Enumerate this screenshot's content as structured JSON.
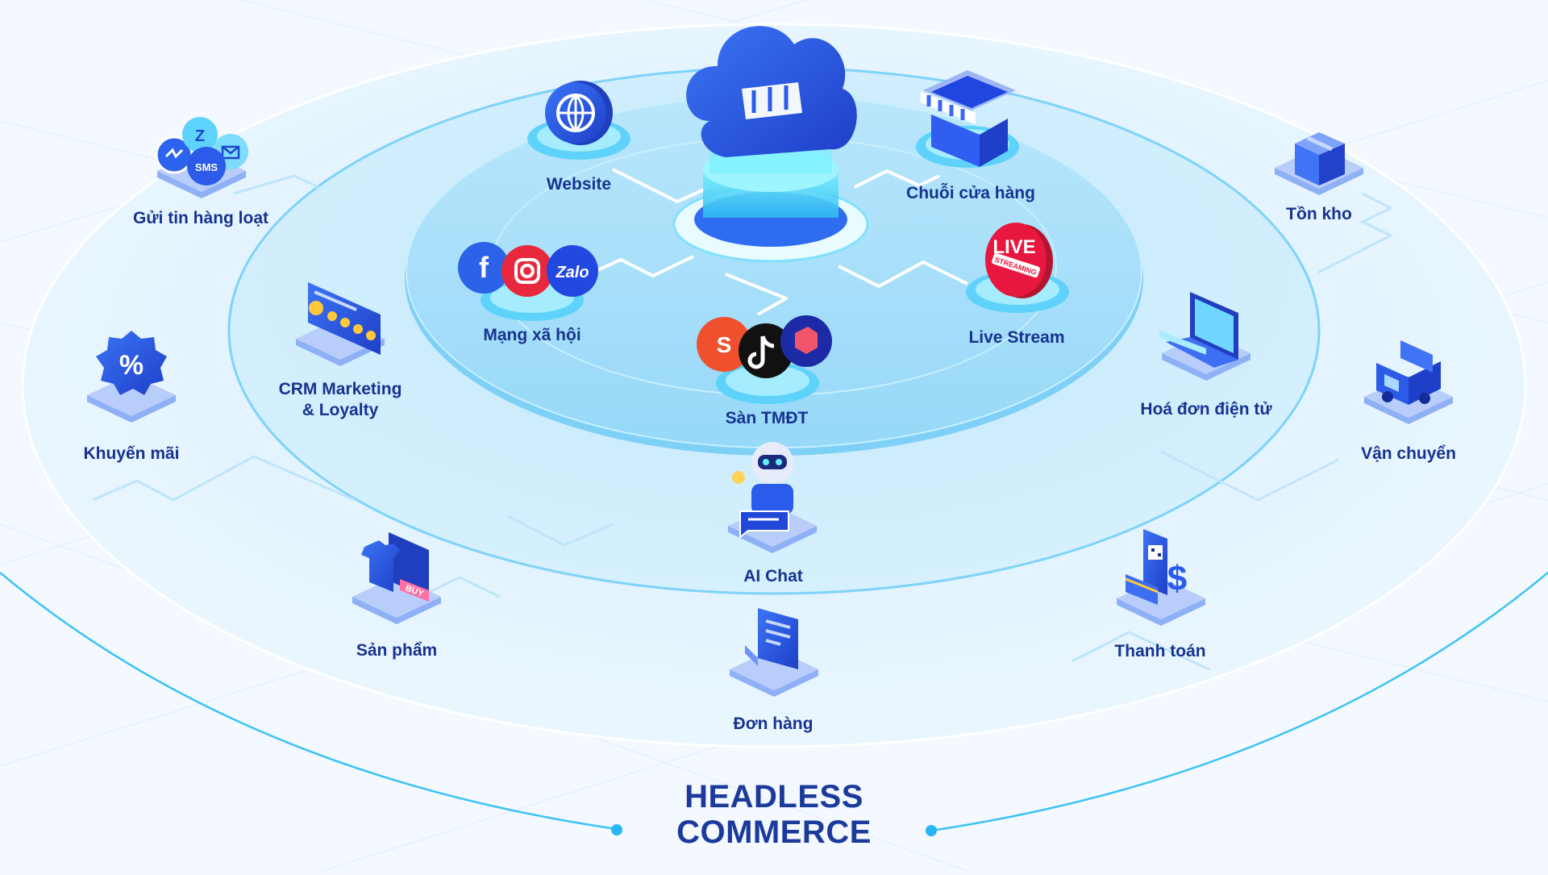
{
  "title": {
    "line1": "HEADLESS",
    "line2": "COMMERCE"
  },
  "nodes": {
    "bulk_messaging": "Gửi tin hàng loạt",
    "website": "Website",
    "store_chain": "Chuỗi cửa hàng",
    "inventory": "Tồn kho",
    "social": "Mạng xã hội",
    "livestream": "Live Stream",
    "crm_line1": "CRM Marketing",
    "crm_line2": "& Loyalty",
    "einvoice": "Hoá đơn điện tử",
    "marketplace": "Sàn TMĐT",
    "promotion": "Khuyến mãi",
    "shipping": "Vận chuyển",
    "ai_chat": "AI Chat",
    "product": "Sản phẩm",
    "payment": "Thanh toán",
    "order": "Đơn hàng"
  },
  "icon_text": {
    "sms": "SMS",
    "zalo": "Zalo",
    "live": "LIVE",
    "streaming": "STREAMING",
    "buy": "BUY",
    "percent": "%",
    "facebook": "f",
    "zalo_z": "Z",
    "shopee": "S"
  },
  "colors": {
    "label": "#17338f",
    "accent": "#2a5bea",
    "disc": "#a9e1fb",
    "live_red": "#e8173f",
    "shopee_orange": "#f0502d"
  }
}
